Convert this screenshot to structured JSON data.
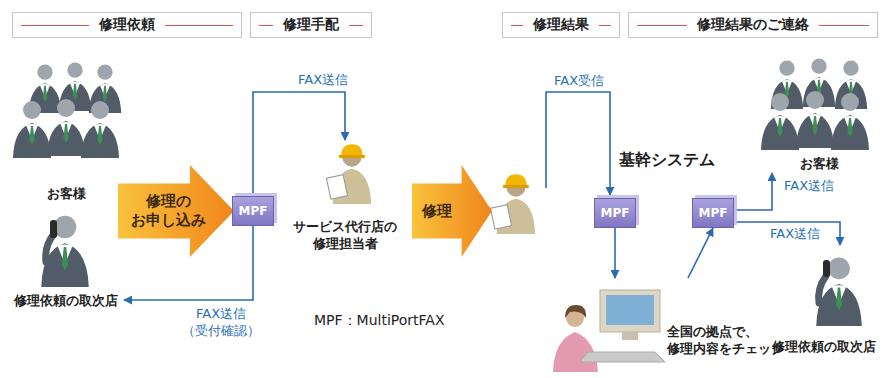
{
  "diagram": {
    "nodes": [
      {
        "text": [
          "修理依頼"
        ]
      },
      {
        "text": [
          "修理手配"
        ]
      },
      {
        "text": [
          "修理結果"
        ]
      },
      {
        "text": [
          "修理結果のご連絡"
        ]
      },
      {
        "text": [
          "お客様"
        ]
      },
      {
        "text": [
          "修理依頼の取次店"
        ]
      },
      {
        "text": [
          "修理の お申し込み"
        ]
      },
      {
        "text": [
          "MPF"
        ]
      },
      {
        "text": [
          "サービス代行店の 修理担当者"
        ]
      },
      {
        "text": [
          "修理"
        ]
      },
      {
        "text": [
          "基幹システム"
        ]
      },
      {
        "text": [
          "MPF"
        ],
        "in": 10
      },
      {
        "text": [
          "MPF"
        ],
        "in": 10
      },
      {
        "text": [
          "お客様"
        ]
      },
      {
        "text": [
          "修理依頼の取次店"
        ]
      },
      {
        "text": [
          "全国の拠点で、 修理内容をチェック"
        ]
      }
    ],
    "edges": [
      {
        "from": 7,
        "to": 8,
        "label": "FAX送信",
        "arrow": "to"
      },
      {
        "from": 7,
        "to": 5,
        "label": "FAX送信 （受付確認）",
        "arrow": "to"
      },
      {
        "from": 11,
        "to": 15,
        "arrow": "to"
      },
      {
        "from": 15,
        "to": 12,
        "arrow": "to"
      },
      {
        "from": 12,
        "to": 13,
        "label": "FAX送信",
        "arrow": "to"
      },
      {
        "from": 12,
        "to": 14,
        "label": "FAX送信",
        "arrow": "to"
      }
    ],
    "labels": [
      "FAX受信",
      "MPF：MultiPortFAX"
    ]
  }
}
